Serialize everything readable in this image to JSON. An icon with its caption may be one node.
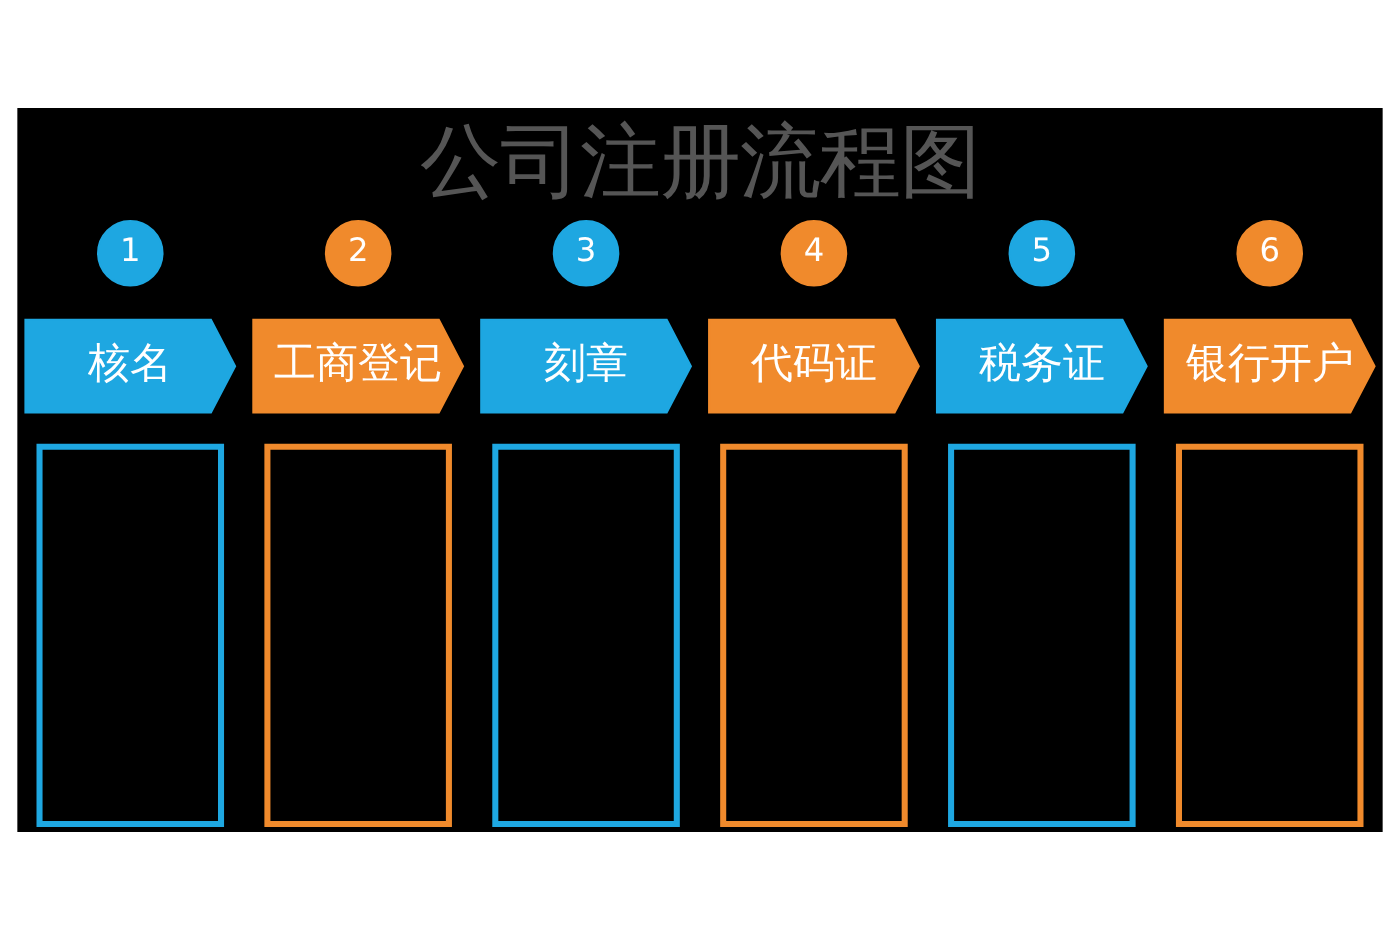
{
  "diagram": {
    "title": "公司注册流程图",
    "nodes": [
      {
        "text": [
          "1"
        ]
      },
      {
        "text": [
          "2"
        ]
      },
      {
        "text": [
          "3"
        ]
      },
      {
        "text": [
          "4"
        ]
      },
      {
        "text": [
          "5"
        ]
      },
      {
        "text": [
          "6"
        ]
      },
      {
        "text": [
          "核名"
        ]
      },
      {
        "text": [
          "工商登记"
        ]
      },
      {
        "text": [
          "刻章"
        ]
      },
      {
        "text": [
          "代码证"
        ]
      },
      {
        "text": [
          "税务证"
        ]
      },
      {
        "text": [
          "银行开户"
        ]
      },
      {
        "text": [],
        "shape": "box"
      },
      {
        "text": [],
        "shape": "box"
      },
      {
        "text": [],
        "shape": "box"
      },
      {
        "text": [],
        "shape": "box"
      },
      {
        "text": [],
        "shape": "box"
      },
      {
        "text": [],
        "shape": "box"
      }
    ]
  }
}
